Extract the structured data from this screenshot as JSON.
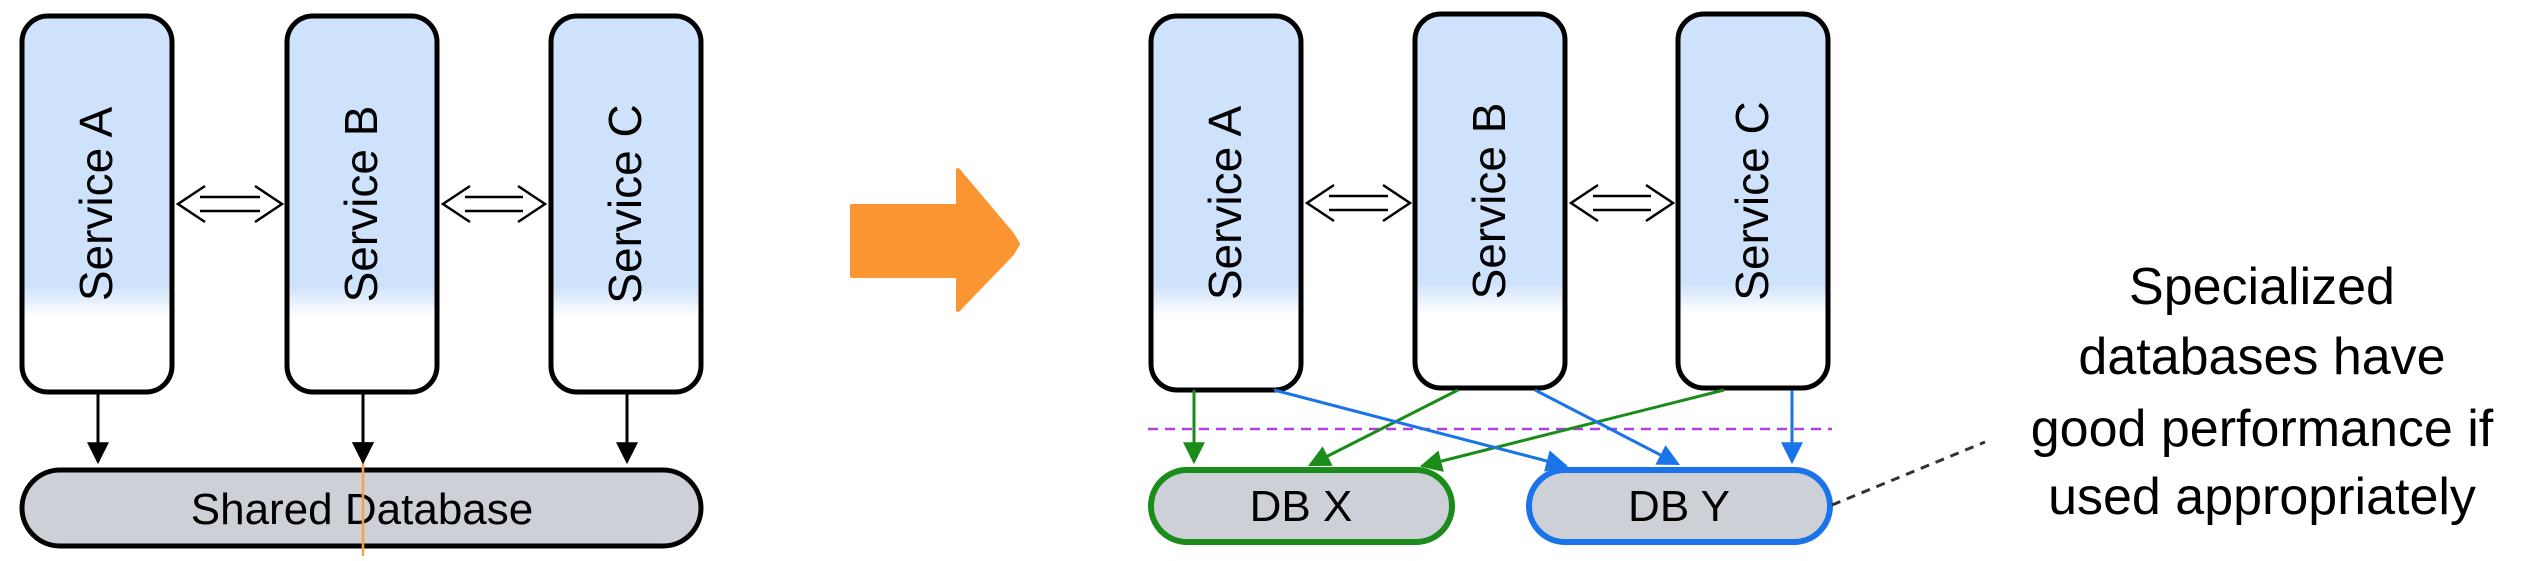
{
  "left": {
    "services": [
      "Service A",
      "Service B",
      "Service C"
    ],
    "database": "Shared Database"
  },
  "right": {
    "services": [
      "Service A",
      "Service B",
      "Service C"
    ],
    "databases": [
      "DB X",
      "DB Y"
    ]
  },
  "note": {
    "lines": [
      "Specialized",
      "databases have",
      "good performance if",
      "used appropriately"
    ]
  },
  "colors": {
    "service_fill": "#cfe2fb",
    "database_fill": "#cdd1d7",
    "transition_arrow": "#fb9532",
    "db_x_links": "#1a8c1a",
    "db_y_links": "#1a73e8",
    "divider_line": "#b040e0",
    "shared_db_accent": "#f5a04a",
    "outline": "#000000"
  }
}
